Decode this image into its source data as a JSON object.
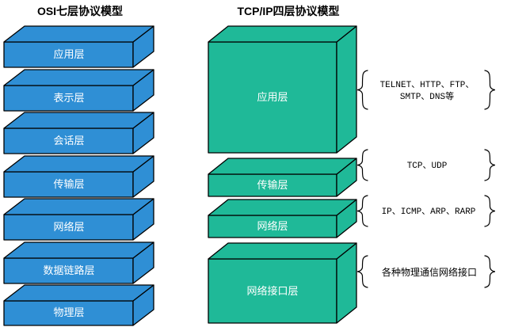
{
  "titles": {
    "osi": "OSI七层协议模型",
    "tcpip": "TCP/IP四层协议模型"
  },
  "colors": {
    "osi_box": "#2F8FD5",
    "tcpip_box": "#1FB998",
    "box_label": "#FFFFFF",
    "text": "#000000",
    "outline": "#000000",
    "background": "#FFFFFF"
  },
  "osi": {
    "layers": [
      "应用层",
      "表示层",
      "会话层",
      "传输层",
      "网络层",
      "数据链路层",
      "物理层"
    ]
  },
  "tcpip": {
    "layers": [
      "应用层",
      "传输层",
      "网络层",
      "网络接口层"
    ]
  },
  "annotations": [
    {
      "lines": [
        "TELNET、HTTP、FTP、",
        "SMTP、DNS等"
      ]
    },
    {
      "lines": [
        "TCP、UDP"
      ]
    },
    {
      "lines": [
        "IP、ICMP、ARP、RARP"
      ]
    },
    {
      "lines": [
        "各种物理通信网络接口"
      ]
    }
  ]
}
